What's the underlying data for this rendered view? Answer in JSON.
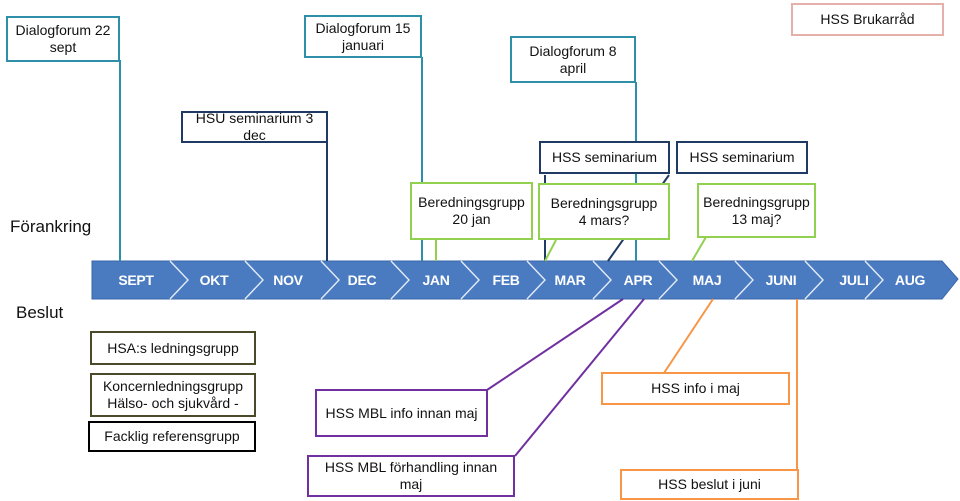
{
  "labels": {
    "forankring": "Förankring",
    "beslut": "Beslut"
  },
  "timeline": {
    "months": [
      "SEPT",
      "OKT",
      "NOV",
      "DEC",
      "JAN",
      "FEB",
      "MAR",
      "APR",
      "MAJ",
      "JUNI",
      "JULI",
      "AUG"
    ]
  },
  "boxes": {
    "dialog_sept": "Dialogforum 22\nsept",
    "dialog_jan": "Dialogforum 15\njanuari",
    "dialog_apr": "Dialogforum 8\napril",
    "hss_brukarrad": "HSS Brukarråd",
    "hsu_seminarium": "HSU seminarium 3 dec",
    "hss_seminarium_1": "HSS seminarium",
    "hss_seminarium_2": "HSS seminarium",
    "bered_jan": "Beredningsgrupp\n20 jan",
    "bered_mar": "Beredningsgrupp\n4 mars?",
    "bered_maj": "Beredningsgrupp\n13 maj?",
    "hsa_ledning": "HSA:s ledningsgrupp",
    "koncern": "Koncernledningsgrupp\nHälso- och sjukvård -",
    "facklig": "Facklig referensgrupp",
    "mbl_info": "HSS MBL info innan maj",
    "mbl_forh": "HSS MBL förhandling innan maj",
    "hss_info_maj": "HSS info i maj",
    "hss_beslut_juni": "HSS beslut i juni"
  },
  "colors": {
    "timeline_fill": "#4a7bc1",
    "timeline_stroke": "#3a66a8",
    "teal": "#2e8fa8",
    "navy": "#1f3b63",
    "green": "#92d050",
    "purple": "#7030a0",
    "orange": "#f79646",
    "pink": "#e6b0aa"
  }
}
